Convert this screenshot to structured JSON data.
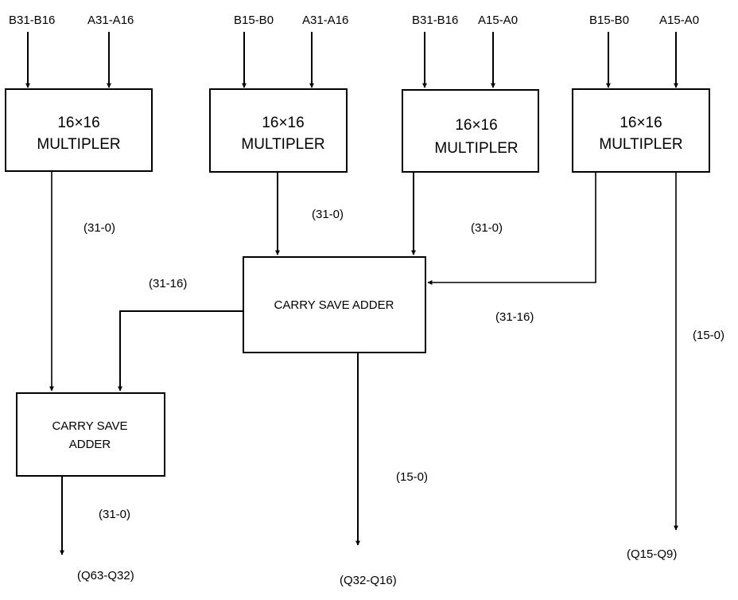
{
  "inputs": {
    "m1_left": "B31-B16",
    "m1_right": "A31-A16",
    "m2_left": "B15-B0",
    "m2_right": "A31-A16",
    "m3_left": "B31-B16",
    "m3_right": "A15-A0",
    "m4_left": "B15-B0",
    "m4_right": "A15-A0"
  },
  "multipliers": [
    {
      "line1": "16×16",
      "line2": "MULTIPLER"
    },
    {
      "line1": "16×16",
      "line2": "MULTIPLER"
    },
    {
      "line1": "16×16",
      "line2": "MULTIPLER"
    },
    {
      "line1": "16×16",
      "line2": "MULTIPLER"
    }
  ],
  "adders": {
    "main": "CARRY SAVE ADDER",
    "secondary_line1": "CARRY SAVE",
    "secondary_line2": "ADDER"
  },
  "bus_labels": {
    "m1_out": "(31-0)",
    "m2_out": "(31-0)",
    "m3_out": "(31-0)",
    "csa_to_csa2": "(31-16)",
    "m4_to_csa": "(31-16)",
    "m4_direct": "(15-0)",
    "csa_out": "(15-0)",
    "csa2_out": "(31-0)"
  },
  "outputs": {
    "high": "(Q63-Q32)",
    "mid": "(Q32-Q16)",
    "low": "(Q15-Q9)"
  }
}
